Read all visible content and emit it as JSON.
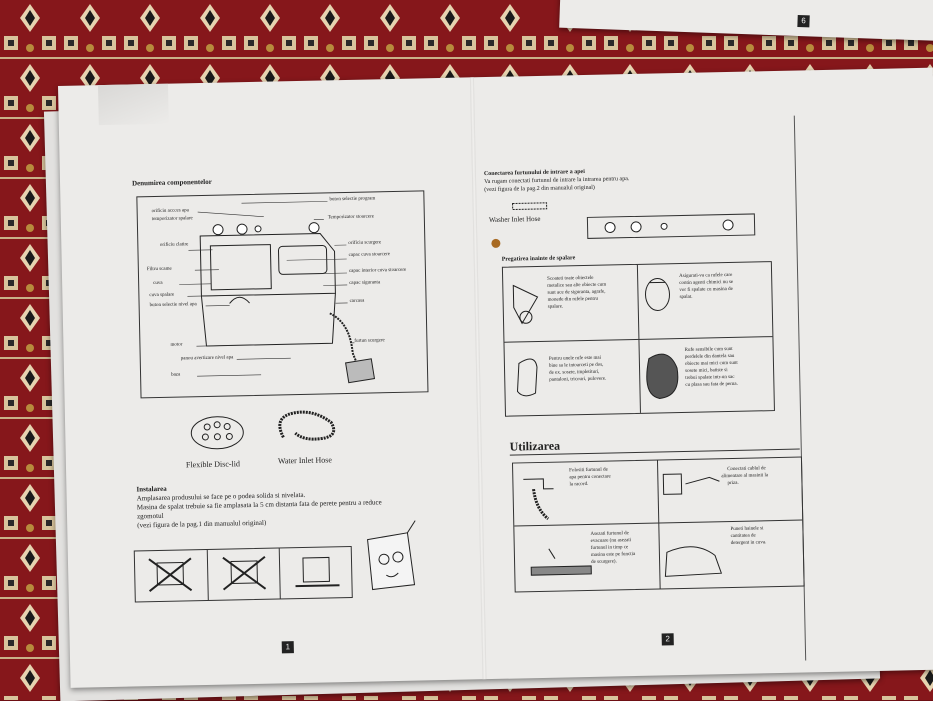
{
  "colors": {
    "paper": "#ecebe9",
    "carpet_red": "#8a1a1d",
    "ink": "#222222"
  },
  "page_left": {
    "section_title": "Denumirea componentelor",
    "labels": [
      "buton selectie program",
      "orificiu accces apa",
      "temporizator spalare",
      "Temporizator stoarcere",
      "orificiu clatire",
      "orificiu scurgere",
      "Filtru scame",
      "capac cuva stoarcere",
      "cuva",
      "capac interior cuva stoarcere",
      "capac siguranta",
      "cuva spalare",
      "buton selectie nivel apa",
      "carcasa",
      "motor",
      "furtun scurgere",
      "panou avertizare nivel apa",
      "baza"
    ],
    "accessory_1": "Flexible Disc-lid",
    "accessory_2": "Water Inlet Hose",
    "install_title": "Instalarea",
    "install_lines": [
      "Amplasarea produsului se face pe o podea solida si nivelata.",
      "Masina de spalat trebuie sa fie amplasata la 5 cm distanta fata de perete pentru a reduce",
      "zgomotul",
      "(vezi figura de la pag.1 din manualul original)"
    ],
    "page_number": "1"
  },
  "page_right": {
    "hose_title": "Conectarea furtunului de intrare a apei",
    "hose_lines": [
      "Va rugam conectati furtunul de intrare la intrarea pentru apa.",
      "(vezi figura de la pag.2 din manualul original)"
    ],
    "hose_label": "Washer Inlet Hose",
    "prep_title": "Pregatirea inainte de spalare",
    "prep_cells": [
      [
        "Scoateti toate obiectele",
        "metalice sau alte obiecte cum",
        "sunt ace de siguranta, agrafe,",
        "monede din rufele pentru",
        "spalare."
      ],
      [
        "Asigurati-va ca rufele care",
        "contin agenti chimici nu se",
        "vor fi spalate cu masina de",
        "spalat."
      ],
      [
        "Pentru unele rufe este mai",
        "bine sa le intoarceti pe dos,",
        "de ex. sosete, impletituri,",
        "pantaloni, tricouri, pulovere."
      ],
      [
        "Rufe sensibile cum sunt",
        "perdelele din dantela sau",
        "obiecte mai mici cum sunt",
        "sosete mici, batiste si",
        "trebui spalate intr-un sac",
        "cu plasa sau fata de perna."
      ]
    ],
    "use_title": "Utilizarea",
    "use_cells": [
      [
        "Folositi furtunul de",
        "apa pentru conectare",
        "la racord."
      ],
      [
        "Conectati cablul de",
        "alimentare al masinii la",
        "priza."
      ],
      [
        "Asezati furtunul de",
        "evacuare (nu asezati",
        "furtunul in timp ce",
        "masina este pe functia",
        "de scurgere)."
      ],
      [
        "Puneti hainele si",
        "cantitatea de",
        "detergent in cuva."
      ]
    ],
    "page_number": "2"
  },
  "back_sheet": {
    "page_number": "6"
  }
}
